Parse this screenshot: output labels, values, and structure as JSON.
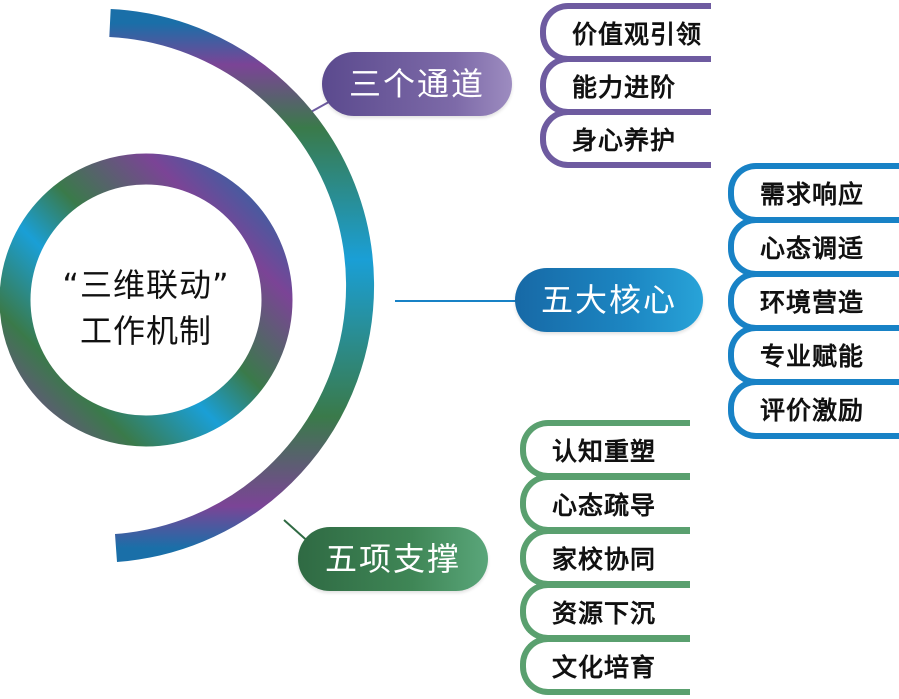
{
  "center": {
    "line1": "“三维联动”",
    "line2": "工作机制"
  },
  "colors": {
    "purple": "#6e5ba0",
    "blue": "#1882c6",
    "green": "#5aa06f",
    "ring_blue": "#1a9fd6",
    "ring_purple": "#7b4496",
    "ring_green": "#3a7a4a"
  },
  "branches": [
    {
      "label": "三个通道",
      "color": "purple",
      "items": [
        "价值观引领",
        "能力进阶",
        "身心养护"
      ]
    },
    {
      "label": "五大核心",
      "color": "blue",
      "items": [
        "需求响应",
        "心态调适",
        "环境营造",
        "专业赋能",
        "评价激励"
      ]
    },
    {
      "label": "五项支撑",
      "color": "green",
      "items": [
        "认知重塑",
        "心态疏导",
        "家校协同",
        "资源下沉",
        "文化培育"
      ]
    }
  ]
}
